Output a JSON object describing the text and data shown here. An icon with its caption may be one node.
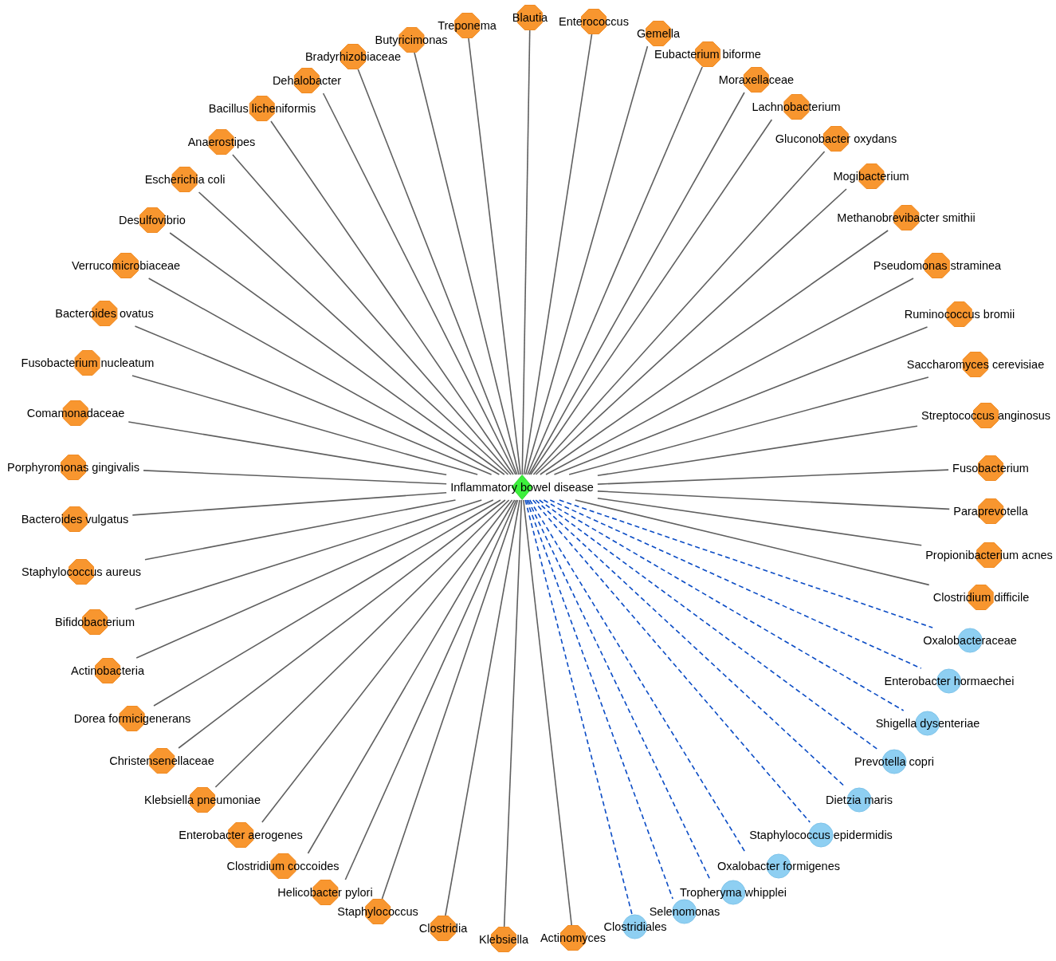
{
  "diagram": {
    "nodes": [
      {
        "text": [
          "Inflammatory bowel disease"
        ]
      },
      {
        "text": [
          "Blautia"
        ]
      },
      {
        "text": [
          "Enterococcus"
        ]
      },
      {
        "text": [
          "Gemella"
        ]
      },
      {
        "text": [
          "Eubacterium biforme"
        ]
      },
      {
        "text": [
          "Moraxellaceae"
        ]
      },
      {
        "text": [
          "Lachnobacterium"
        ]
      },
      {
        "text": [
          "Gluconobacter oxydans"
        ]
      },
      {
        "text": [
          "Mogibacterium"
        ]
      },
      {
        "text": [
          "Methanobrevibacter smithii"
        ]
      },
      {
        "text": [
          "Pseudomonas straminea"
        ]
      },
      {
        "text": [
          "Ruminococcus bromii"
        ]
      },
      {
        "text": [
          "Saccharomyces cerevisiae"
        ]
      },
      {
        "text": [
          "Streptococcus anginosus"
        ]
      },
      {
        "text": [
          "Fusobacterium"
        ]
      },
      {
        "text": [
          "Paraprevotella"
        ]
      },
      {
        "text": [
          "Propionibacterium acnes"
        ]
      },
      {
        "text": [
          "Clostridium difficile"
        ]
      },
      {
        "text": [
          "Oxalobacteraceae"
        ]
      },
      {
        "text": [
          "Enterobacter hormaechei"
        ]
      },
      {
        "text": [
          "Shigella dysenteriae"
        ]
      },
      {
        "text": [
          "Prevotella copri"
        ]
      },
      {
        "text": [
          "Dietzia maris"
        ]
      },
      {
        "text": [
          "Staphylococcus epidermidis"
        ]
      },
      {
        "text": [
          "Oxalobacter formigenes"
        ]
      },
      {
        "text": [
          "Tropheryma whipplei"
        ]
      },
      {
        "text": [
          "Selenomonas"
        ]
      },
      {
        "text": [
          "Clostridiales"
        ]
      },
      {
        "text": [
          "Actinomyces"
        ]
      },
      {
        "text": [
          "Klebsiella"
        ]
      },
      {
        "text": [
          "Clostridia"
        ]
      },
      {
        "text": [
          "Staphylococcus"
        ]
      },
      {
        "text": [
          "Helicobacter pylori"
        ]
      },
      {
        "text": [
          "Clostridium coccoides"
        ]
      },
      {
        "text": [
          "Enterobacter aerogenes"
        ]
      },
      {
        "text": [
          "Klebsiella pneumoniae"
        ]
      },
      {
        "text": [
          "Christensenellaceae"
        ]
      },
      {
        "text": [
          "Dorea formicigenerans"
        ]
      },
      {
        "text": [
          "Actinobacteria"
        ]
      },
      {
        "text": [
          "Bifidobacterium"
        ]
      },
      {
        "text": [
          "Staphylococcus aureus"
        ]
      },
      {
        "text": [
          "Bacteroides vulgatus"
        ]
      },
      {
        "text": [
          "Porphyromonas gingivalis"
        ]
      },
      {
        "text": [
          "Comamonadaceae"
        ]
      },
      {
        "text": [
          "Fusobacterium nucleatum"
        ]
      },
      {
        "text": [
          "Bacteroides ovatus"
        ]
      },
      {
        "text": [
          "Verrucomicrobiaceae"
        ]
      },
      {
        "text": [
          "Desulfovibrio"
        ]
      },
      {
        "text": [
          "Escherichia coli"
        ]
      },
      {
        "text": [
          "Anaerostipes"
        ]
      },
      {
        "text": [
          "Bacillus licheniformis"
        ]
      },
      {
        "text": [
          "Dehalobacter"
        ]
      },
      {
        "text": [
          "Bradyrhizobiaceae"
        ]
      },
      {
        "text": [
          "Butyricimonas"
        ]
      },
      {
        "text": [
          "Treponema"
        ]
      }
    ],
    "edges": [
      {
        "from": 0,
        "to": 1,
        "arrow": "none"
      },
      {
        "from": 0,
        "to": 2,
        "arrow": "none"
      },
      {
        "from": 0,
        "to": 3,
        "arrow": "none"
      },
      {
        "from": 0,
        "to": 4,
        "arrow": "none"
      },
      {
        "from": 0,
        "to": 5,
        "arrow": "none"
      },
      {
        "from": 0,
        "to": 6,
        "arrow": "none"
      },
      {
        "from": 0,
        "to": 7,
        "arrow": "none"
      },
      {
        "from": 0,
        "to": 8,
        "arrow": "none"
      },
      {
        "from": 0,
        "to": 9,
        "arrow": "none"
      },
      {
        "from": 0,
        "to": 10,
        "arrow": "none"
      },
      {
        "from": 0,
        "to": 11,
        "arrow": "none"
      },
      {
        "from": 0,
        "to": 12,
        "arrow": "none"
      },
      {
        "from": 0,
        "to": 13,
        "arrow": "none"
      },
      {
        "from": 0,
        "to": 14,
        "arrow": "none"
      },
      {
        "from": 0,
        "to": 15,
        "arrow": "none"
      },
      {
        "from": 0,
        "to": 16,
        "arrow": "none"
      },
      {
        "from": 0,
        "to": 17,
        "arrow": "none"
      },
      {
        "from": 0,
        "to": 18,
        "arrow": "none",
        "style": "dashed",
        "color": "#0b4cc5"
      },
      {
        "from": 0,
        "to": 19,
        "arrow": "none",
        "style": "dashed",
        "color": "#0b4cc5"
      },
      {
        "from": 0,
        "to": 20,
        "arrow": "none",
        "style": "dashed",
        "color": "#0b4cc5"
      },
      {
        "from": 0,
        "to": 21,
        "arrow": "none",
        "style": "dashed",
        "color": "#0b4cc5"
      },
      {
        "from": 0,
        "to": 22,
        "arrow": "none",
        "style": "dashed",
        "color": "#0b4cc5"
      },
      {
        "from": 0,
        "to": 23,
        "arrow": "none",
        "style": "dashed",
        "color": "#0b4cc5"
      },
      {
        "from": 0,
        "to": 24,
        "arrow": "none",
        "style": "dashed",
        "color": "#0b4cc5"
      },
      {
        "from": 0,
        "to": 25,
        "arrow": "none",
        "style": "dashed",
        "color": "#0b4cc5"
      },
      {
        "from": 0,
        "to": 26,
        "arrow": "none",
        "style": "dashed",
        "color": "#0b4cc5"
      },
      {
        "from": 0,
        "to": 27,
        "arrow": "none",
        "style": "dashed",
        "color": "#0b4cc5"
      },
      {
        "from": 0,
        "to": 28,
        "arrow": "none"
      },
      {
        "from": 0,
        "to": 29,
        "arrow": "none"
      },
      {
        "from": 0,
        "to": 30,
        "arrow": "none"
      },
      {
        "from": 0,
        "to": 31,
        "arrow": "none"
      },
      {
        "from": 0,
        "to": 32,
        "arrow": "none"
      },
      {
        "from": 0,
        "to": 33,
        "arrow": "none"
      },
      {
        "from": 0,
        "to": 34,
        "arrow": "none"
      },
      {
        "from": 0,
        "to": 35,
        "arrow": "none"
      },
      {
        "from": 0,
        "to": 36,
        "arrow": "none"
      },
      {
        "from": 0,
        "to": 37,
        "arrow": "none"
      },
      {
        "from": 0,
        "to": 38,
        "arrow": "none"
      },
      {
        "from": 0,
        "to": 39,
        "arrow": "none"
      },
      {
        "from": 0,
        "to": 40,
        "arrow": "none"
      },
      {
        "from": 0,
        "to": 41,
        "arrow": "none"
      },
      {
        "from": 0,
        "to": 42,
        "arrow": "none"
      },
      {
        "from": 0,
        "to": 43,
        "arrow": "none"
      },
      {
        "from": 0,
        "to": 44,
        "arrow": "none"
      },
      {
        "from": 0,
        "to": 45,
        "arrow": "none"
      },
      {
        "from": 0,
        "to": 46,
        "arrow": "none"
      },
      {
        "from": 0,
        "to": 47,
        "arrow": "none"
      },
      {
        "from": 0,
        "to": 48,
        "arrow": "none"
      },
      {
        "from": 0,
        "to": 49,
        "arrow": "none"
      },
      {
        "from": 0,
        "to": 50,
        "arrow": "none"
      },
      {
        "from": 0,
        "to": 51,
        "arrow": "none"
      },
      {
        "from": 0,
        "to": 52,
        "arrow": "none"
      },
      {
        "from": 0,
        "to": 53,
        "arrow": "none"
      },
      {
        "from": 0,
        "to": 54,
        "arrow": "none"
      }
    ]
  }
}
